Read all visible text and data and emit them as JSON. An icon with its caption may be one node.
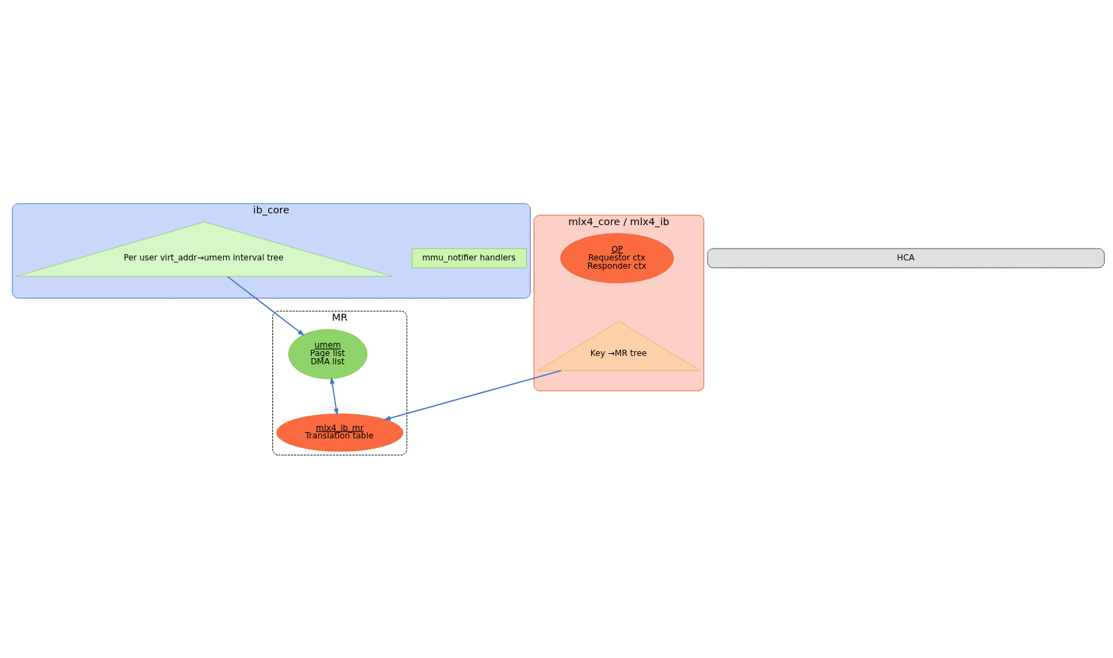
{
  "diagram": {
    "nodes": [
      {
        "text": [
          "ib_core"
        ]
      },
      {
        "text": [
          "mmu_notifier handlers"
        ],
        "in": 0
      },
      {
        "text": [
          "Per user virt_addr→umem interval tree"
        ],
        "in": 0
      },
      {
        "text": [
          "MR"
        ]
      },
      {
        "text": [
          "umem",
          "Page list",
          "DMA list"
        ],
        "in": 3
      },
      {
        "text": [
          "mlx4_core / mlx4_ib"
        ]
      },
      {
        "text": [
          "mlx4_ib_mr",
          "Translation table"
        ],
        "in": 3
      },
      {
        "text": [
          "QP",
          "Requestor ctx",
          "Responder ctx"
        ],
        "in": 5
      },
      {
        "text": [
          "Key →MR tree"
        ],
        "in": 5
      },
      {
        "text": [
          "HCA"
        ]
      }
    ],
    "edges": [
      {
        "from": 2,
        "to": 4,
        "arrow": "to"
      },
      {
        "from": 4,
        "to": 6,
        "arrow": "both"
      },
      {
        "from": 8,
        "to": 6,
        "arrow": "to"
      }
    ]
  }
}
